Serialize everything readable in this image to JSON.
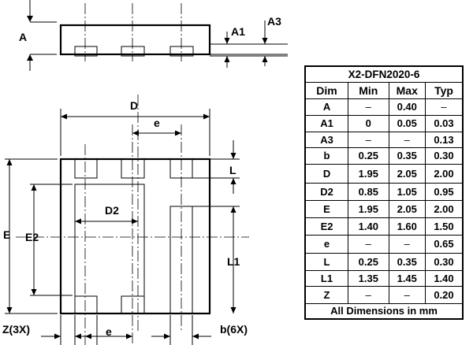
{
  "labels": {
    "side_A": "A",
    "side_A1": "A1",
    "side_A3": "A3",
    "dim_D": "D",
    "dim_e_top": "e",
    "dim_D2": "D2",
    "dim_E": "E",
    "dim_E2": "E2",
    "dim_L": "L",
    "dim_L1": "L1",
    "dim_Z": "Z(3X)",
    "dim_e_bottom": "e",
    "dim_b": "b(6X)"
  },
  "table": {
    "title": "X2-DFN2020-6",
    "headers": [
      "Dim",
      "Min",
      "Max",
      "Typ"
    ],
    "rows": [
      [
        "A",
        "–",
        "0.40",
        "–"
      ],
      [
        "A1",
        "0",
        "0.05",
        "0.03"
      ],
      [
        "A3",
        "–",
        "–",
        "0.13"
      ],
      [
        "b",
        "0.25",
        "0.35",
        "0.30"
      ],
      [
        "D",
        "1.95",
        "2.05",
        "2.00"
      ],
      [
        "D2",
        "0.85",
        "1.05",
        "0.95"
      ],
      [
        "E",
        "1.95",
        "2.05",
        "2.00"
      ],
      [
        "E2",
        "1.40",
        "1.60",
        "1.50"
      ],
      [
        "e",
        "–",
        "–",
        "0.65"
      ],
      [
        "L",
        "0.25",
        "0.35",
        "0.30"
      ],
      [
        "L1",
        "1.35",
        "1.45",
        "1.40"
      ],
      [
        "Z",
        "–",
        "–",
        "0.20"
      ]
    ],
    "footer": "All Dimensions in mm"
  }
}
